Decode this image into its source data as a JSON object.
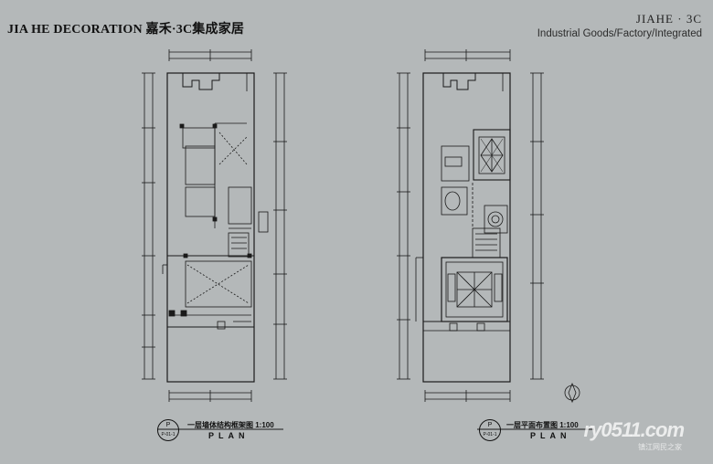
{
  "header": {
    "brand_left": "JIA HE DECORATION 嘉禾·3C集成家居",
    "brand_right_title": "JIAHE · 3C",
    "brand_right_sub": "Industrial Goods/Factory/Integrated"
  },
  "plans": [
    {
      "caption": "一层墙体结构框架图  1:100",
      "plan_word": "PLAN",
      "bubble_top": "P",
      "bubble_bottom": "P-01-1"
    },
    {
      "caption": "一层平面布置图  1:100",
      "plan_word": "PLAN",
      "bubble_top": "P",
      "bubble_bottom": "P-01-1"
    }
  ],
  "watermark": {
    "logo": "ry0511.com",
    "sub": "镇江网民之家"
  },
  "colors": {
    "background": "#b4b8b9",
    "line": "#1a1a1a"
  }
}
